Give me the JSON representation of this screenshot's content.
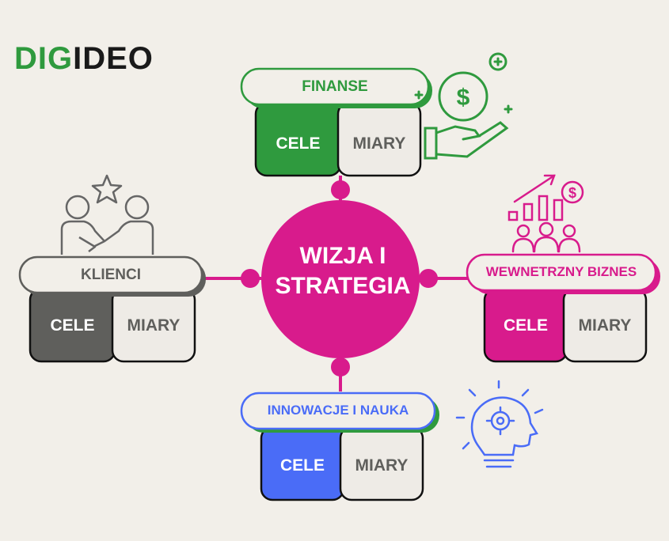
{
  "logo": {
    "part1": "DIG",
    "part2": "IDEO"
  },
  "center": {
    "line1": "WIZJA I",
    "line2": "STRATEGIA",
    "color": "#d81b8c"
  },
  "branches": {
    "finanse": {
      "title": "FINANSE",
      "cele": "CELE",
      "miary": "MIARY",
      "color": "#2f9a3e"
    },
    "klienci": {
      "title": "KLIENCI",
      "cele": "CELE",
      "miary": "MIARY",
      "color": "#5f5f5c"
    },
    "wewnetrzny": {
      "title": "WEWNETRZNY BIZNES",
      "cele": "CELE",
      "miary": "MIARY",
      "color": "#d81b8c"
    },
    "innowacje": {
      "title": "INNOWACJE I NAUKA",
      "cele": "CELE",
      "miary": "MIARY",
      "color": "#4a6cf7"
    }
  },
  "icons": [
    "money-hand-icon",
    "handshake-star-icon",
    "team-growth-icon",
    "lightbulb-gear-icon"
  ]
}
